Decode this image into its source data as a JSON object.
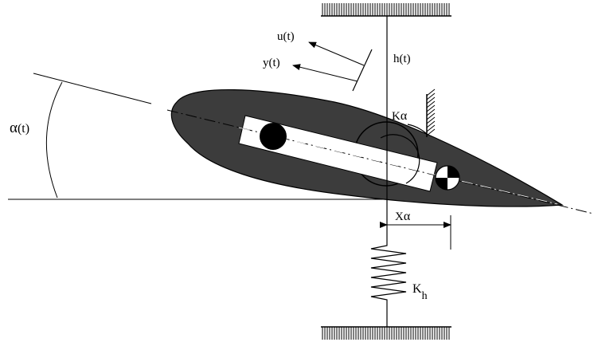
{
  "labels": {
    "u": "u(t)",
    "y": "y(t)",
    "h": "h(t)",
    "k_alpha_base": "K",
    "k_alpha_sym": "α",
    "alpha_base": "α",
    "alpha_arg": "(t)",
    "x_alpha_base": "X",
    "x_alpha_sym": "α",
    "k_h_base": "K",
    "k_h_sub": "h"
  },
  "colors": {
    "airfoil_fill": "#3c3c3c",
    "line": "#000000",
    "background": "#ffffff"
  },
  "icons": {
    "center_of_gravity": "cg-marker-icon",
    "ballast_mass": "solid-circle-icon"
  }
}
